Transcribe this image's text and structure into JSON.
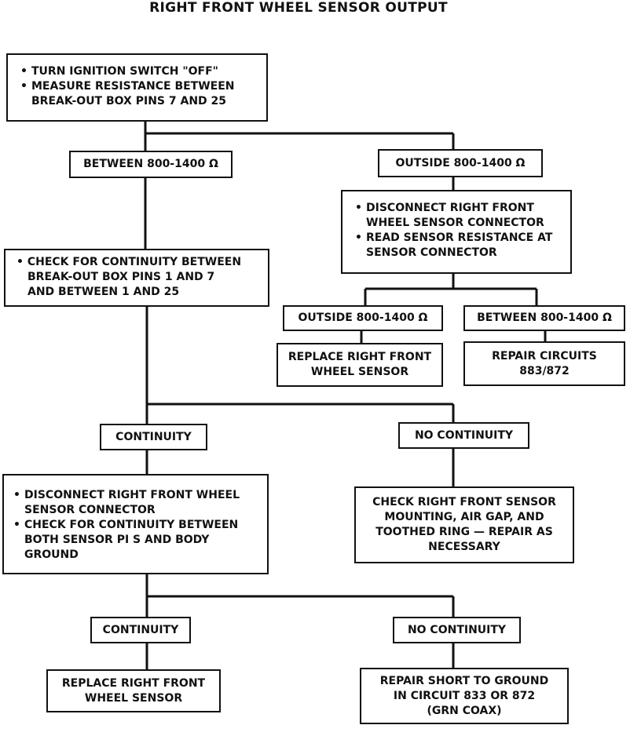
{
  "title": "RIGHT FRONT WHEEL SENSOR OUTPUT",
  "step1": {
    "items": [
      "TURN IGNITION SWITCH \"OFF\"",
      "MEASURE RESISTANCE BETWEEN BREAK-OUT BOX PINS 7 AND 25"
    ]
  },
  "branch1": {
    "left_label": "BETWEEN 800-1400 Ω",
    "right_label": "OUTSIDE 800-1400 Ω"
  },
  "step_sensor": {
    "items": [
      "DISCONNECT RIGHT FRONT WHEEL SENSOR CONNECTOR",
      "READ SENSOR RESISTANCE AT SENSOR CONNECTOR"
    ]
  },
  "step_continuity1": {
    "lines": [
      "• CHECK FOR CONTINUITY BETWEEN",
      "BREAK-OUT BOX PINS 1 AND 7",
      "AND BETWEEN 1 AND 25"
    ]
  },
  "branch2": {
    "left_label": "OUTSIDE 800-1400 Ω",
    "right_label": "BETWEEN 800-1400 Ω"
  },
  "result_replace_sensor_1": {
    "lines": [
      "REPLACE RIGHT FRONT",
      "WHEEL SENSOR"
    ]
  },
  "result_repair_circuits": {
    "lines": [
      "REPAIR CIRCUITS",
      "883/872"
    ]
  },
  "branch3": {
    "left_label": "CONTINUITY",
    "right_label": "NO CONTINUITY"
  },
  "step_continuity2": {
    "items": [
      "DISCONNECT RIGHT FRONT WHEEL SENSOR CONNECTOR",
      "CHECK FOR CONTINUITY BETWEEN BOTH SENSOR PI S AND BODY GROUND"
    ]
  },
  "result_check_mounting": {
    "lines": [
      "CHECK RIGHT FRONT SENSOR",
      "MOUNTING, AIR GAP, AND",
      "TOOTHED RING — REPAIR AS",
      "NECESSARY"
    ]
  },
  "branch4": {
    "left_label": "CONTINUITY",
    "right_label": "NO CONTINUITY"
  },
  "result_replace_sensor_2": {
    "lines": [
      "REPLACE RIGHT FRONT",
      "WHEEL SENSOR"
    ]
  },
  "result_repair_short": {
    "lines": [
      "REPAIR SHORT TO GROUND",
      "IN CIRCUIT 833 OR 872",
      "(GRN COAX)"
    ]
  }
}
